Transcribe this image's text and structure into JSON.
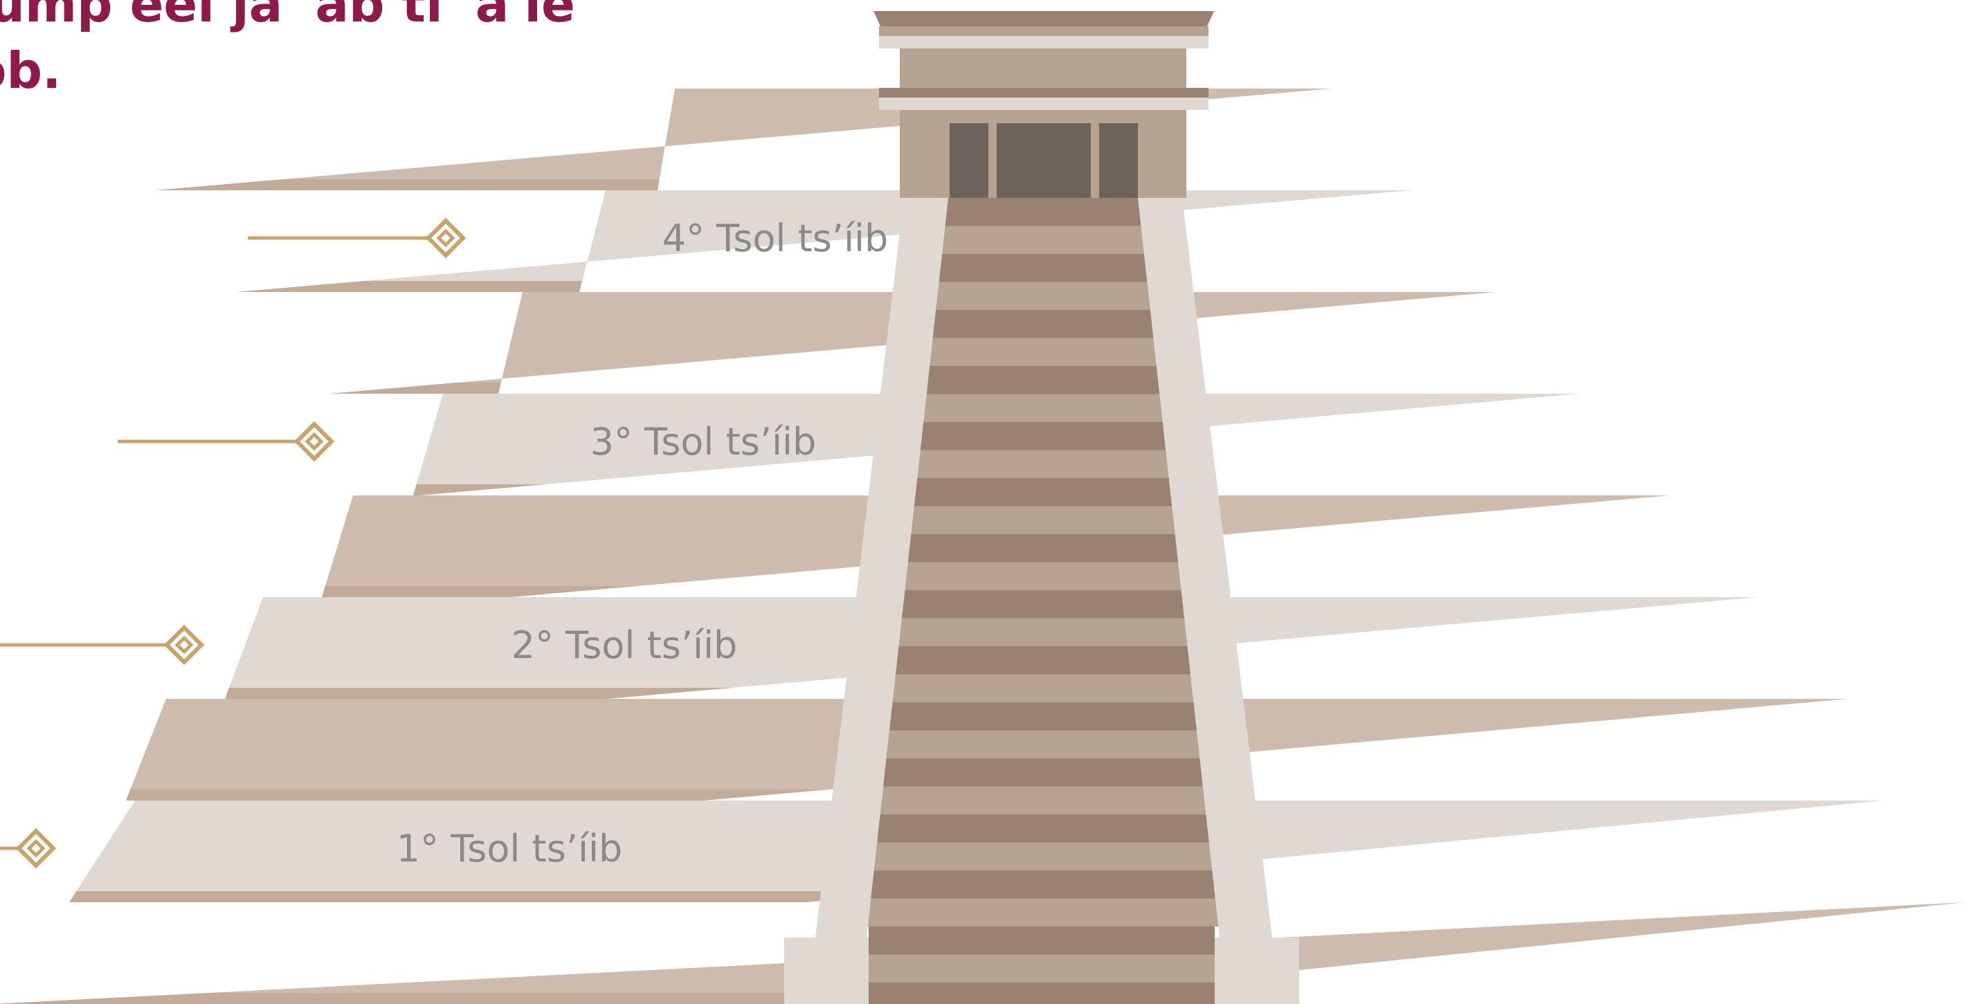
{
  "title": "jump eel ja' ab ti' a'le ob.",
  "levels": [
    {
      "label": "4° Tsol ts’íib"
    },
    {
      "label": "3° Tsol ts’íib"
    },
    {
      "label": "2° Tsol ts’íib"
    },
    {
      "label": "1° Tsol ts’íib"
    }
  ],
  "colors": {
    "title": "#8f1a4a",
    "light_tier": "#e0d9d3",
    "mid_tier": "#cdbbad",
    "ledge": "#c2ab98",
    "stair_light": "#b7a392",
    "stair_dark": "#9a8171",
    "temple_body": "#b7a392",
    "temple_roof": "#9a8171",
    "temple_door": "#6e635a",
    "marker": "#c7a46e",
    "label_text": "#8a8a8a"
  }
}
